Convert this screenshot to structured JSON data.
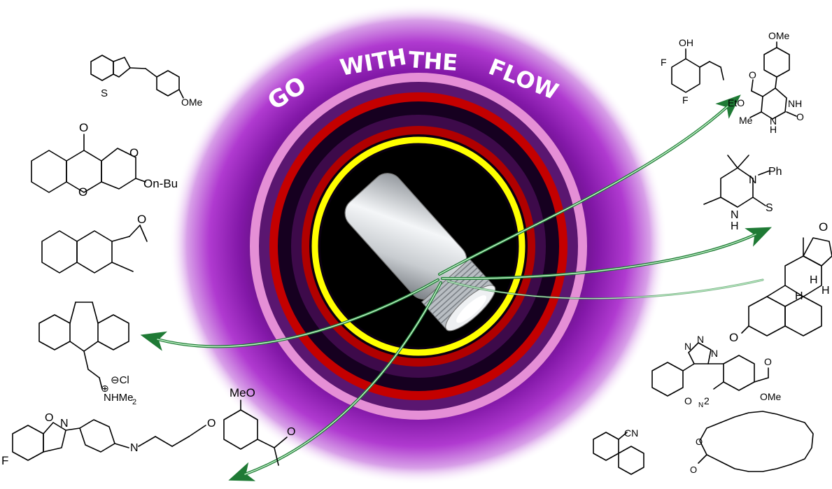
{
  "title_words": [
    "GO",
    "WITH",
    "THE",
    "FLOW"
  ],
  "colors": {
    "halo_purple": "#9a1fc0",
    "halo_core": "#2a0036",
    "ring_pink": "#e58fd6",
    "ring_red": "#c40000",
    "ring_yellow": "#ffff00",
    "arrow_green": "#1f7a35",
    "arrow_light": "#bff0c6"
  },
  "center_object": "flow-reactor-cartridge",
  "molecules": {
    "benzothiophene": {
      "labels": [
        "S",
        "OMe"
      ]
    },
    "pyranochromone": {
      "labels": [
        "O",
        "O",
        "O",
        "On-Bu"
      ]
    },
    "octalone": {
      "labels": [
        "O"
      ]
    },
    "amitriptyline": {
      "labels": [
        "⊖Cl",
        "⊕",
        "NHMe",
        "2"
      ]
    },
    "iloperidone": {
      "labels": [
        "MeO",
        "O",
        "N",
        "O",
        "N",
        "F",
        "O"
      ]
    },
    "fluorophenol": {
      "labels": [
        "OH",
        "F",
        "F"
      ]
    },
    "dihydropyrimidinone": {
      "labels": [
        "OMe",
        "O",
        "EtO",
        "NH",
        "Me",
        "N",
        "H",
        "O"
      ]
    },
    "thione": {
      "labels": [
        "Ph",
        "N",
        "N",
        "H",
        "S"
      ]
    },
    "steroid": {
      "labels": [
        "O",
        "H",
        "H",
        "H",
        "O"
      ]
    },
    "triazole": {
      "labels": [
        "N",
        "N",
        "N",
        "O",
        "O",
        "N",
        "2",
        "OMe"
      ]
    },
    "biphenyl_nitrile": {
      "labels": [
        "CN"
      ]
    },
    "macrolactone": {
      "labels": [
        "O",
        "O"
      ]
    }
  }
}
